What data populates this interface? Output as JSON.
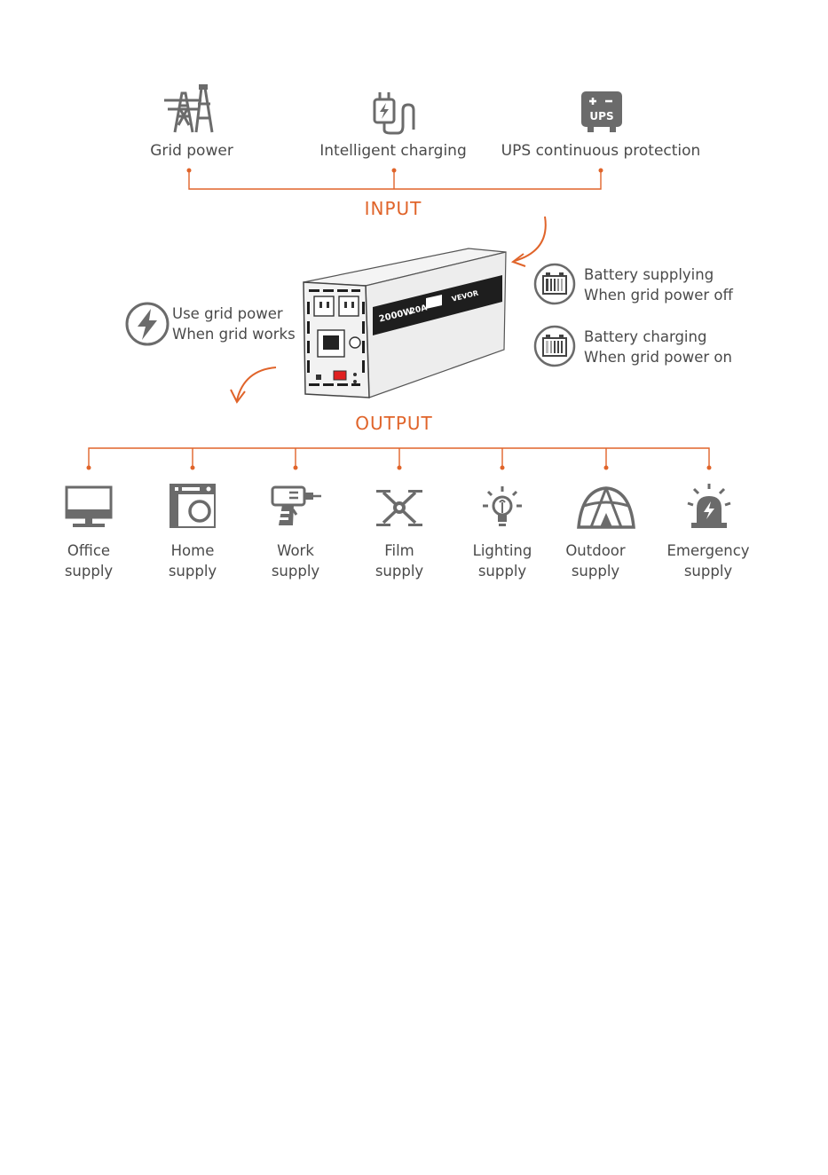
{
  "input": {
    "heading": "INPUT",
    "sources": [
      {
        "label": "Grid power",
        "icon": "power-tower-icon"
      },
      {
        "label": "Intelligent charging",
        "icon": "charging-plug-icon"
      },
      {
        "label": "UPS continuous protection",
        "icon": "ups-battery-icon"
      }
    ]
  },
  "inverter": {
    "power_text": "2000W",
    "charge_text": "20A",
    "brand_text": "VEVOR"
  },
  "grid_mode": {
    "line1": "Use grid power",
    "line2": "When grid works",
    "icon": "lightning-bolt-icon"
  },
  "battery_modes": [
    {
      "line1": "Battery supplying",
      "line2": "When grid power off",
      "icon": "battery-icon"
    },
    {
      "line1": "Battery charging",
      "line2": "When grid power on",
      "icon": "battery-icon"
    }
  ],
  "output": {
    "heading": "OUTPUT",
    "items": [
      {
        "line1": "Office",
        "line2": "supply",
        "icon": "monitor-icon"
      },
      {
        "line1": "Home",
        "line2": "supply",
        "icon": "washing-machine-icon"
      },
      {
        "line1": "Work",
        "line2": "supply",
        "icon": "drill-icon"
      },
      {
        "line1": "Film",
        "line2": "supply",
        "icon": "drone-icon"
      },
      {
        "line1": "Lighting",
        "line2": "supply",
        "icon": "light-bulb-icon"
      },
      {
        "line1": "Outdoor",
        "line2": "supply",
        "icon": "tent-icon"
      },
      {
        "line1": "Emergency",
        "line2": "supply",
        "icon": "alarm-light-icon"
      }
    ]
  },
  "colors": {
    "accent": "#e0642a",
    "icon_gray": "#6b6b6b",
    "text": "#4a4a4a"
  }
}
